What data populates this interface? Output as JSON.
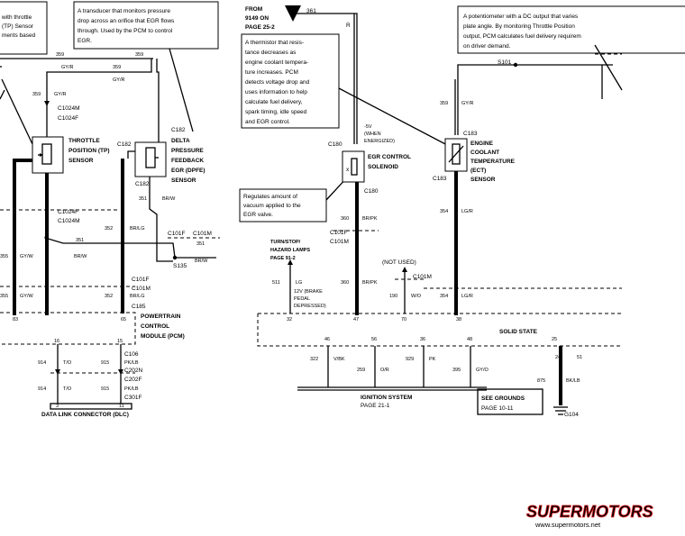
{
  "callouts": {
    "tp_partial": [
      "with throttle",
      "(TP) Sensor",
      "ments based"
    ],
    "dpfe": [
      "A transducer that monitors pressure",
      "drop across an orifice that EGR flows",
      "through. Used by the PCM to control",
      "EGR."
    ],
    "ect": [
      "A thermistor that resis-",
      "tance decreases as",
      "engine coolant tempera-",
      "ture increases. PCM",
      "detects voltage drop and",
      "uses information to help",
      "calculate fuel delivery,",
      "spark timing, idle speed",
      "and EGR control."
    ],
    "tp_right": [
      "A potentiometer with a DC output that varies",
      "plate angle. By monitoring Throttle Position",
      "output, PCM calculates fuel delivery requirem",
      "on driver demand."
    ],
    "evr": [
      "Regulates amount of",
      "vacuum applied to the",
      "EGR valve."
    ]
  },
  "from_ref": {
    "line1": "FROM",
    "line2": "9149 ON",
    "line3": "PAGE 25-2",
    "wire": "361",
    "color": "R"
  },
  "components": {
    "tp_sensor": [
      "THROTTLE",
      "POSITION (TP)",
      "SENSOR"
    ],
    "dpfe_sensor": [
      "DELTA",
      "PRESSURE",
      "FEEDBACK",
      "EGR (DPFE)",
      "SENSOR"
    ],
    "evr_solenoid": [
      "EGR CONTROL",
      "SOLENOID"
    ],
    "ect_sensor": [
      "ENGINE",
      "COOLANT",
      "TEMPERATURE",
      "(ECT)",
      "SENSOR"
    ],
    "pcm": [
      "POWERTRAIN",
      "CONTROL",
      "MODULE (PCM)"
    ],
    "solid_state": "SOLID STATE",
    "dlc": "DATA LINK CONNECTOR (DLC)",
    "ignition": [
      "IGNITION SYSTEM",
      "PAGE 21-1"
    ],
    "grounds": [
      "SEE GROUNDS",
      "PAGE 10-11"
    ],
    "turn_stop": [
      "TURN/STOP/",
      "HAZARD LAMPS",
      "PAGE 91-2"
    ],
    "not_used": "(NOT USED)",
    "evr_power": [
      "-5V",
      "(WHEN",
      "ENERGIZED)"
    ],
    "brake_note": [
      "12V (BRAKE",
      "PEDAL",
      "DEPRESSED)"
    ]
  },
  "connectors": {
    "c1024m": "C1024M",
    "c1024f": "C1024F",
    "c1024f_b": "C1024F",
    "c1024m_b": "C1024M",
    "c182": "C182",
    "c182_b": "C182",
    "c182_c": "C182",
    "c101f": "C101F",
    "c101m": "C101M",
    "c101f_b": "C101F",
    "c101m_b": "C101M",
    "c185": "C185",
    "s135": "S135",
    "c180": "C180",
    "c180_b": "C180",
    "c101f_c": "C101F",
    "c101m_c": "C101M",
    "c101m_d": "C101M",
    "c183": "C183",
    "c183_b": "C183",
    "s101": "S101",
    "c106": "C106",
    "c202n": "C202N",
    "c202f": "C202F",
    "c301f": "C301F",
    "g104": "G104"
  },
  "wires": {
    "w359_a": "359",
    "w359_a_color": "GY/R",
    "w359_b": "359",
    "w359_b_color": "GY/R",
    "w359_c": "359",
    "w359_c_color": "GY/R",
    "w359_d": "359",
    "w359_d_color": "GY/R",
    "w359_e": "359",
    "w359_e_color": "GY/R",
    "w351_a": "351",
    "w351_a_color": "BR/W",
    "w351_b": "351",
    "w351_b_color": "BR/W",
    "w351_c": "351",
    "w351_c_color": "BR/W",
    "w352_a": "352",
    "w352_a_color": "BR/LG",
    "w352_b": "352",
    "w352_b_color": "BR/LG",
    "w355_a": "355",
    "w355_a_color": "GY/W",
    "w355_b": "355",
    "w355_b_color": "GY/W",
    "w360_a": "360",
    "w360_a_color": "BR/PK",
    "w360_b": "360",
    "w360_b_color": "BR/PK",
    "w354_a": "354",
    "w354_a_color": "LG/R",
    "w354_b": "354",
    "w354_b_color": "LG/R",
    "w511": "511",
    "w511_color": "LG",
    "w190": "190",
    "w190_color": "W/O",
    "w914_a": "914",
    "w914_a_color": "T/O",
    "w915_a": "915",
    "w915_a_color": "PK/LB",
    "w914_b": "914",
    "w914_b_color": "T/O",
    "w915_b": "915",
    "w915_b_color": "PK/LB",
    "w929": "929",
    "w929_color": "PK",
    "w259": "259",
    "w259_color": "O/R",
    "w322": "322",
    "w322_color": "V/BK",
    "w395": "395",
    "w395_color": "GY/O",
    "w875": "875",
    "w875_color": "BK/LB"
  },
  "pins": {
    "p83": "83",
    "p65": "65",
    "p16": "16",
    "p15": "15",
    "p32": "32",
    "p47": "47",
    "p70": "70",
    "p38": "38",
    "p46": "46",
    "p56": "56",
    "p36": "36",
    "p48": "48",
    "p25": "25",
    "p24": "24",
    "p51": "51",
    "dlc3": "3",
    "dlc11": "11"
  },
  "watermark": {
    "brand": "SUPERMOTORS",
    "url": "www.supermotors.net"
  }
}
